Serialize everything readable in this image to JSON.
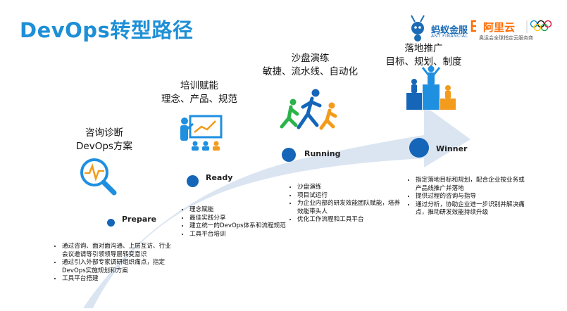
{
  "title": "DevOps转型路径",
  "brands": {
    "ant_name": "蚂蚁金服",
    "ant_sub": "ANT FINANCIAL",
    "aliyun_name": "阿里云",
    "aliyun_sub": "奥运会全球指定云服务商"
  },
  "colors": {
    "title": "#1e8fd6",
    "arrow": "#dbe5f2",
    "dot": "#1565b8",
    "accent": "#1f8fe0"
  },
  "stages": [
    {
      "label": "Prepare",
      "title": [
        "咨询诊断",
        "DevOps方案"
      ],
      "icon": "magnifier-heartbeat-icon",
      "bullets": [
        "通过咨询、面对面沟通、上层互访、行业会议邀请等引领领导层转变意识",
        "通过引入外部专家调研组织痛点，指定DevOps实施规划和方案",
        "工具平台搭建"
      ]
    },
    {
      "label": "Ready",
      "title": [
        "培训赋能",
        "理念、产品、规范"
      ],
      "icon": "training-board-icon",
      "bullets": [
        "理念赋能",
        "最佳实践分享",
        "建立统一的DevOps体系和流程规范",
        "工具平台培训"
      ]
    },
    {
      "label": "Running",
      "title": [
        "沙盘演练",
        "敏捷、流水线、自动化"
      ],
      "icon": "runners-icon",
      "bullets": [
        "沙盘演练",
        "项目试运行",
        "为企业内部的研发效能团队赋能，培养效能带头人",
        "优化工作流程和工具平台"
      ]
    },
    {
      "label": "Winner",
      "title": [
        "落地推广",
        "目标、规划、制度"
      ],
      "icon": "podium-icon",
      "bullets": [
        "指定落地目标和规划，配合企业按业务或产品线推广并落地",
        "提供过程的咨询与指导",
        "通过分析，协助企业进一步识别并解决痛点，推动研发效能持续升级"
      ]
    }
  ]
}
